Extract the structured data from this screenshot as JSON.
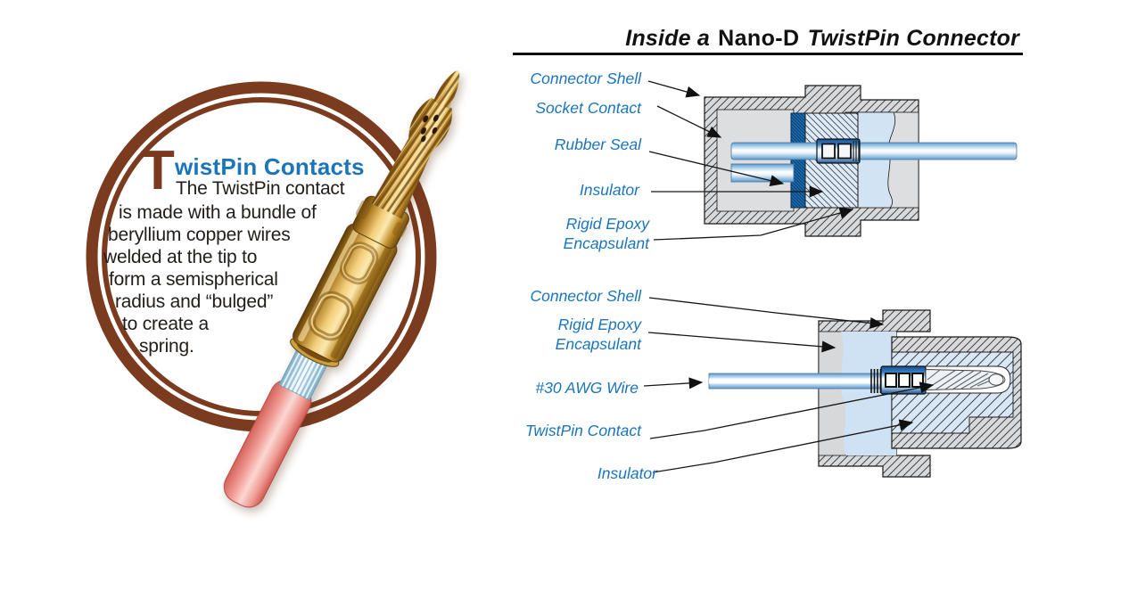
{
  "colors": {
    "label-blue": "#1b75bc",
    "ring-brown": "#7b3a1d",
    "dropcap-brown": "#7b3a1d",
    "title-black": "#111111",
    "body-text": "#221d1a",
    "line-black": "#161616"
  },
  "title": {
    "prefix": "Inside a",
    "brand": "Nano-D",
    "suffix": "TwistPin Connector"
  },
  "left_panel": {
    "heading_dropcap": "T",
    "heading_rest": "wistPin Contacts",
    "body_lines": [
      "The TwistPin contact",
      "is made with a bundle of",
      "beryllium copper wires",
      "welded at the tip to",
      "form a semispherical",
      "radius and “bulged”",
      "to create a",
      "spring."
    ]
  },
  "labels": {
    "top": {
      "connector_shell": "Connector Shell",
      "socket_contact": "Socket Contact",
      "rubber_seal": "Rubber Seal",
      "insulator": "Insulator",
      "rigid_epoxy_line1": "Rigid Epoxy",
      "rigid_epoxy_line2": "Encapsulant"
    },
    "bottom": {
      "connector_shell": "Connector Shell",
      "rigid_epoxy_line1": "Rigid Epoxy",
      "rigid_epoxy_line2": "Encapsulant",
      "awg_wire": "#30 AWG Wire",
      "twistpin_contact": "TwistPin Contact",
      "insulator": "Insulator"
    }
  }
}
